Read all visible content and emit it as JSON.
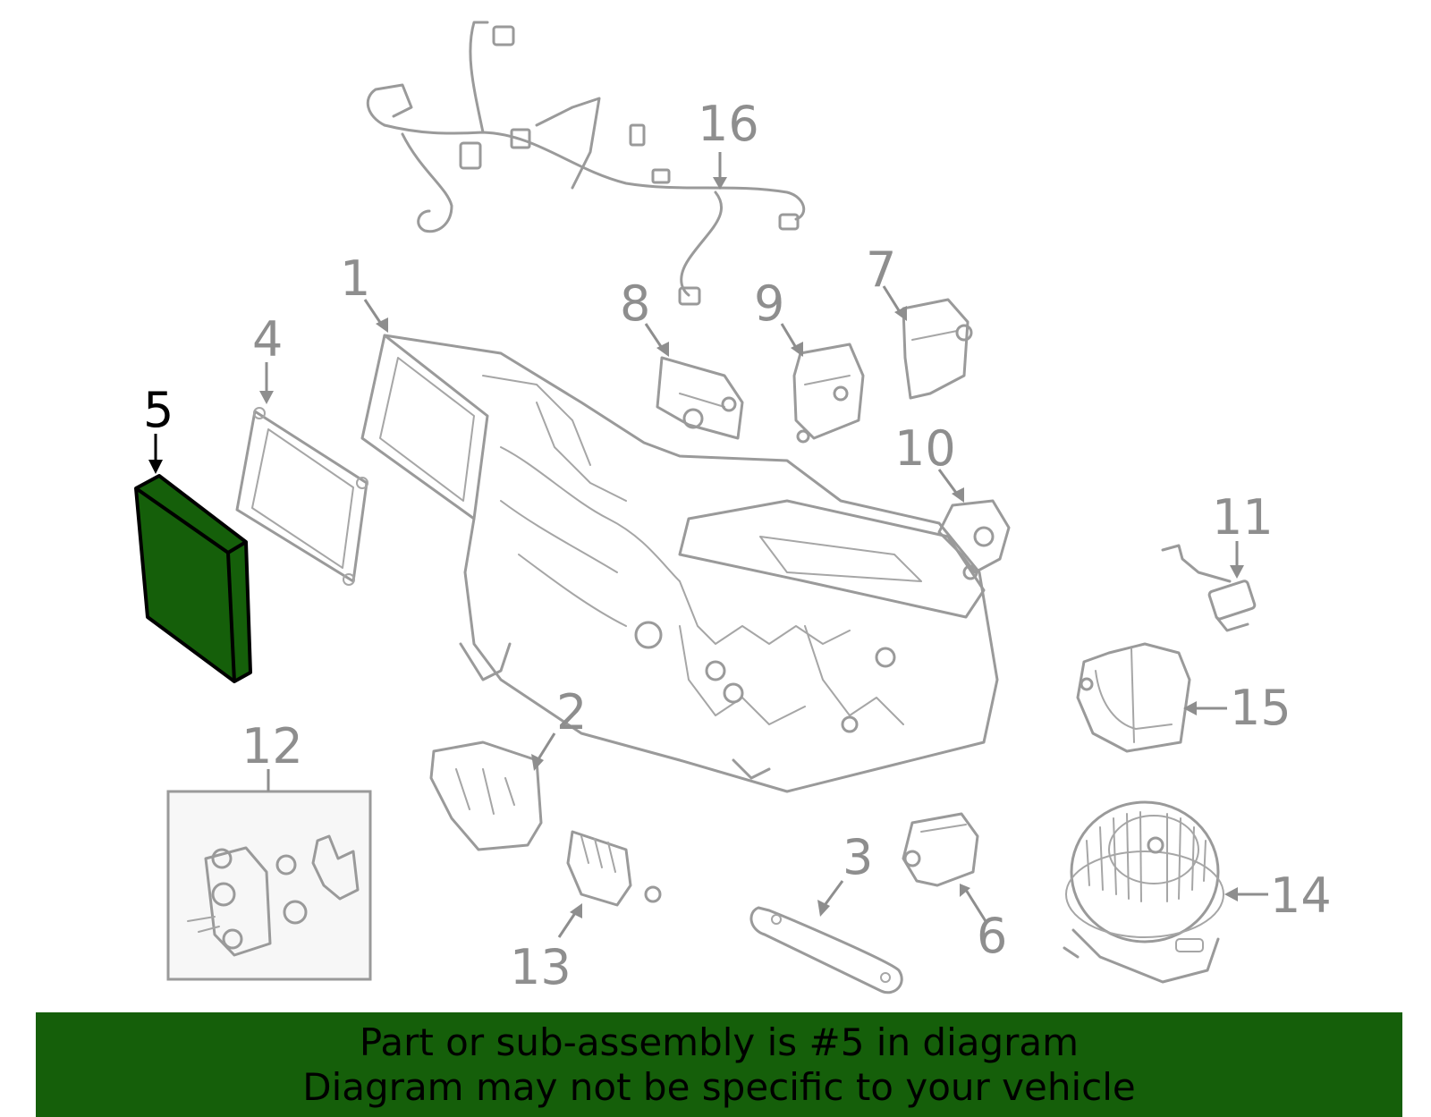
{
  "callouts": {
    "c1": "1",
    "c2": "2",
    "c3": "3",
    "c4": "4",
    "c5": "5",
    "c6": "6",
    "c7": "7",
    "c8": "8",
    "c9": "9",
    "c10": "10",
    "c11": "11",
    "c12": "12",
    "c13": "13",
    "c14": "14",
    "c15": "15",
    "c16": "16"
  },
  "highlight": {
    "part": "5",
    "color": "#155f0a"
  },
  "colors": {
    "line_art": "#9a9a9a",
    "banner_bg": "#155f0a",
    "highlight_stroke": "#000000"
  },
  "banner": {
    "line1": "Part or sub-assembly is #5 in diagram",
    "line2": "Diagram may not be specific to your vehicle"
  }
}
